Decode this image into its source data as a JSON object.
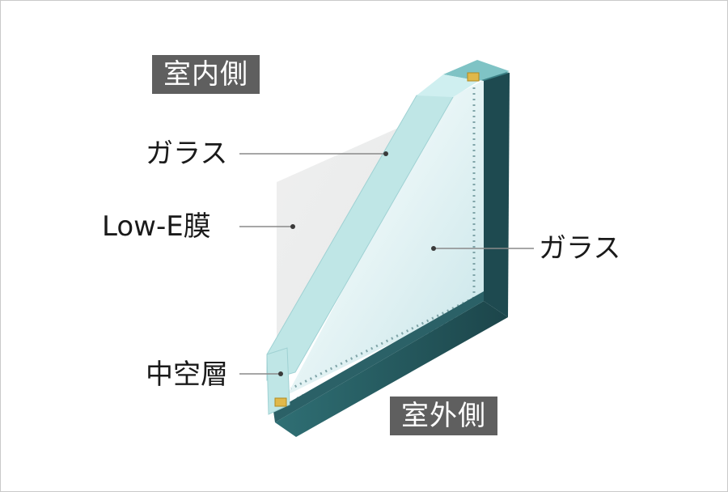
{
  "tags": {
    "indoor": "室内側",
    "outdoor": "室外側"
  },
  "labels": {
    "glass_inner": "ガラス",
    "low_e": "Low-E膜",
    "air_layer": "中空層",
    "glass_outer": "ガラス"
  },
  "colors": {
    "frame_dark": "#1f4a4f",
    "frame_side": "#2d6a70",
    "glass_edge": "#bfe6e6",
    "glass_face": "#dff0f2",
    "low_e_film": "#e6e8e8",
    "tag_bg": "#5f5f5f",
    "leader": "#8a8a8a"
  }
}
